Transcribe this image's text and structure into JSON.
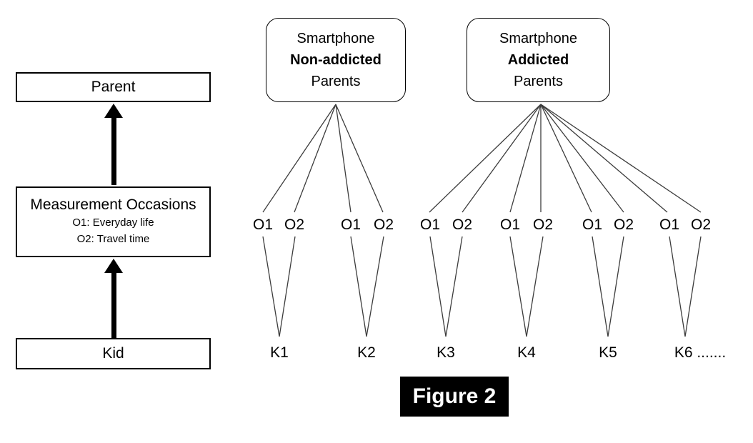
{
  "figure": {
    "caption": "Figure 2"
  },
  "left_flow": {
    "parent": "Parent",
    "measurement": {
      "title": "Measurement Occasions",
      "occasion1": "O1: Everyday life",
      "occasion2": "O2: Travel time"
    },
    "kid": "Kid"
  },
  "groups": [
    {
      "line1": "Smartphone",
      "line2": "Non-addicted",
      "line3": "Parents"
    },
    {
      "line1": "Smartphone",
      "line2": "Addicted",
      "line3": "Parents"
    }
  ],
  "occasion_labels": {
    "o1": "O1",
    "o2": "O2"
  },
  "kids": [
    "K1",
    "K2",
    "K3",
    "K4",
    "K5",
    "K6 ......."
  ],
  "colors": {
    "ink": "#000000",
    "connector_line": "#3c3c3c",
    "caption_bg": "#000000",
    "caption_text": "#ffffff",
    "background": "#ffffff"
  }
}
